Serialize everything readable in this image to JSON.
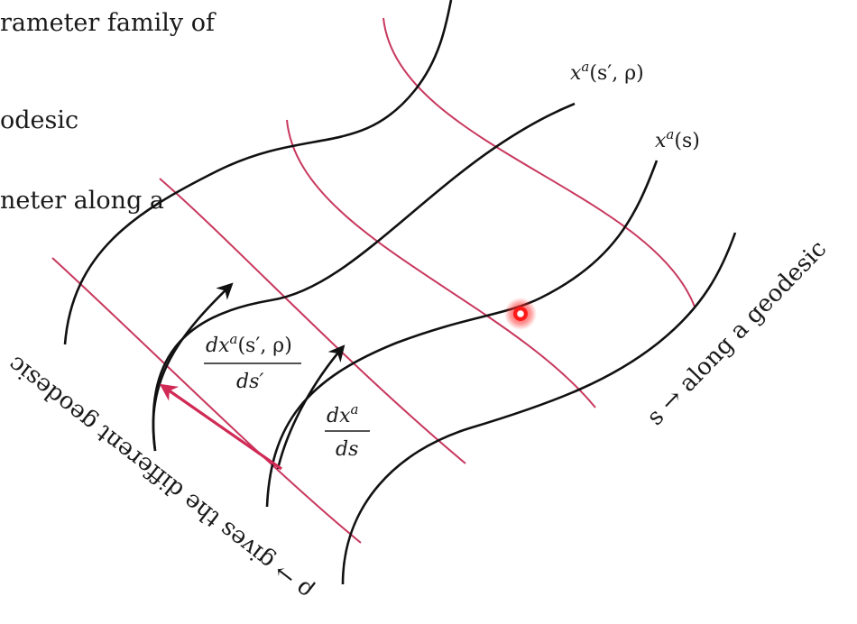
{
  "background_text": {
    "line1": "rameter family of",
    "line2": "odesic",
    "line3": "neter along a"
  },
  "labels": {
    "curve_top": {
      "base": "x",
      "sup": "a",
      "args": "(s′, ρ)"
    },
    "curve_mid": {
      "base": "x",
      "sup": "a",
      "args": "(s)"
    },
    "frac_left": {
      "num_base": "dx",
      "num_sup": "a",
      "num_args": "(s′, ρ)",
      "den": "ds′"
    },
    "frac_right": {
      "num_base": "dx",
      "num_sup": "a",
      "den": "ds"
    },
    "along_geodesic": "s → along a geodesic",
    "different_geodesic": "ρ → gives the different geodesic"
  },
  "colors": {
    "geodesic": "#111111",
    "crossing": "#c8385e",
    "arrow_red": "#d02a55",
    "marker": "#ff1a1a"
  }
}
